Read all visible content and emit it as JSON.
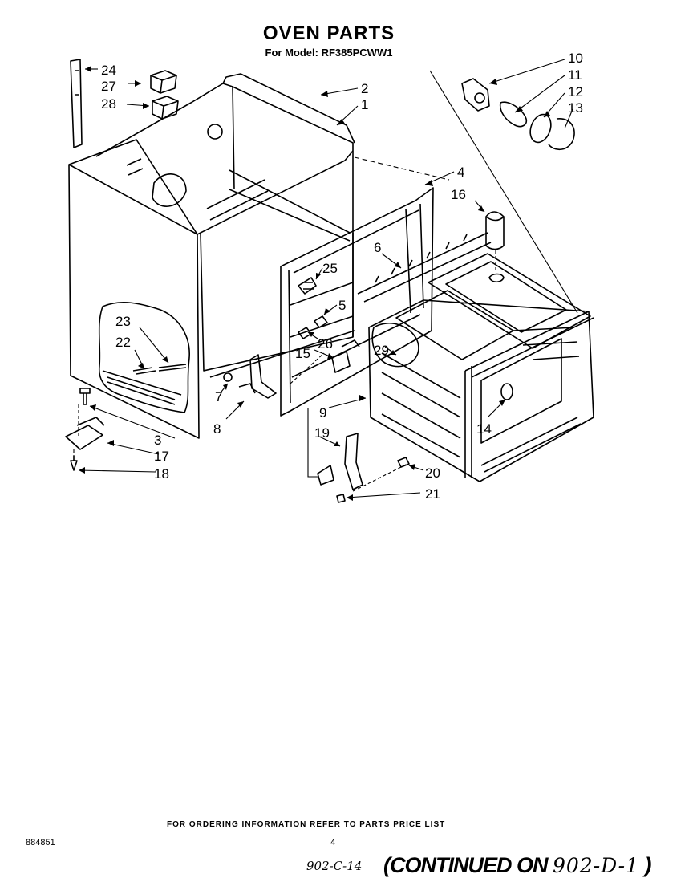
{
  "header": {
    "title": "OVEN PARTS",
    "subtitle": "For Model: RF385PCWW1"
  },
  "callouts": [
    "24",
    "27",
    "28",
    "2",
    "1",
    "10",
    "11",
    "12",
    "13",
    "4",
    "16",
    "6",
    "25",
    "5",
    "23",
    "22",
    "26",
    "29",
    "15",
    "7",
    "8",
    "9",
    "14",
    "3",
    "17",
    "18",
    "19",
    "20",
    "21"
  ],
  "footer": {
    "ordering_note": "FOR ORDERING INFORMATION REFER TO PARTS PRICE LIST",
    "doc_id": "884851",
    "page_number": "4",
    "handwritten_ref": "902-C-14",
    "continued_prefix": "(CONTINUED ON ",
    "continued_handwritten": "902-D-1",
    "continued_suffix": " )"
  }
}
